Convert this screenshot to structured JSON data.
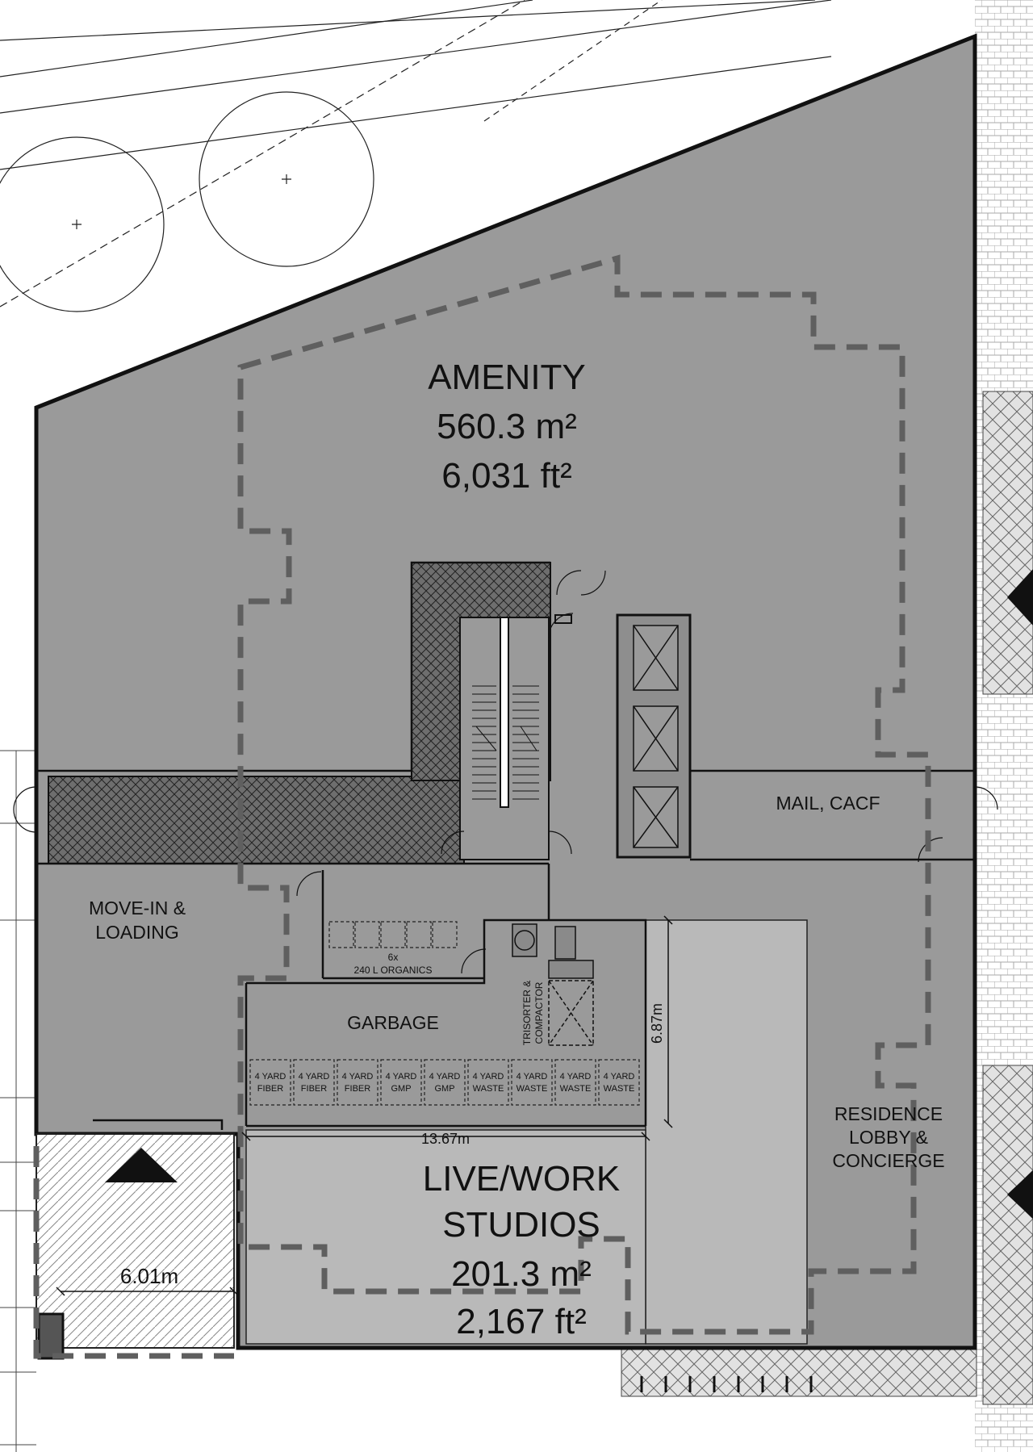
{
  "rooms": {
    "amenity": {
      "name": "AMENITY",
      "area_m2": "560.3 m²",
      "area_ft2": "6,031 ft²"
    },
    "live_work": {
      "name_line1": "LIVE/WORK",
      "name_line2": "STUDIOS",
      "area_m2": "201.3 m²",
      "area_ft2": "2,167 ft²"
    },
    "mail": {
      "name": "MAIL, CACF"
    },
    "move_in": {
      "line1": "MOVE-IN &",
      "line2": "LOADING"
    },
    "garbage": {
      "name": "GARBAGE"
    },
    "organics": {
      "line1": "6x",
      "line2": "240 L  ORGANICS"
    },
    "trisorter": {
      "line1": "TRISORTER &",
      "line2": "COMPACTOR"
    },
    "residence": {
      "line1": "RESIDENCE",
      "line2": "LOBBY &",
      "line3": "CONCIERGE"
    }
  },
  "bins": [
    {
      "l1": "4 YARD",
      "l2": "FIBER"
    },
    {
      "l1": "4 YARD",
      "l2": "FIBER"
    },
    {
      "l1": "4 YARD",
      "l2": "FIBER"
    },
    {
      "l1": "4 YARD",
      "l2": "GMP"
    },
    {
      "l1": "4 YARD",
      "l2": "GMP"
    },
    {
      "l1": "4 YARD",
      "l2": "WASTE"
    },
    {
      "l1": "4 YARD",
      "l2": "WASTE"
    },
    {
      "l1": "4 YARD",
      "l2": "WASTE"
    },
    {
      "l1": "4 YARD",
      "l2": "WASTE"
    }
  ],
  "dimensions": {
    "garbage_width": "13.67m",
    "garbage_depth": "6.87m",
    "ramp_width": "6.01m"
  },
  "colors": {
    "amenity_fill": "#9a9a9a",
    "studio_fill": "#b9b9b9",
    "hatch_fill": "#6e6e6e",
    "dash": "#5f5f5f",
    "line": "#111111"
  }
}
